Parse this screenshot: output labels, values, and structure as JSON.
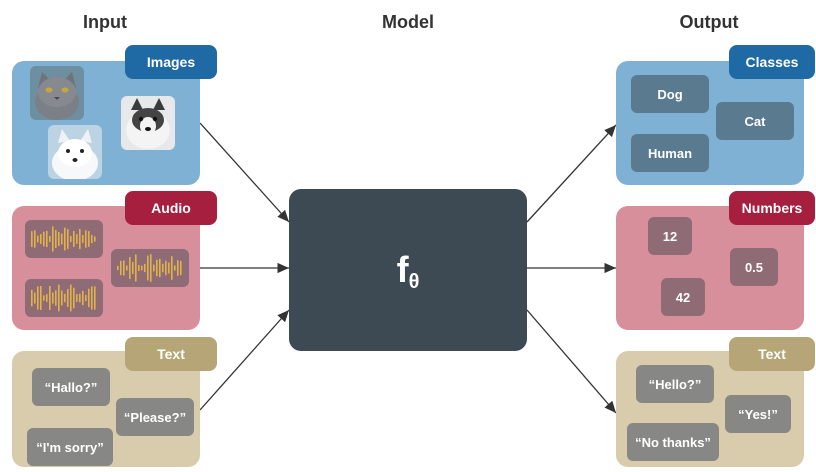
{
  "headers": {
    "input": "Input",
    "model": "Model",
    "output": "Output"
  },
  "colors": {
    "images_panel": "#7fb1d4",
    "images_tag": "#1f6aa5",
    "audio_panel": "#d88f9c",
    "audio_tag": "#a61f3e",
    "text_panel": "#d8ccac",
    "text_tag": "#b6a576",
    "model_box": "#3d4a54",
    "arrow": "#333333"
  },
  "input": {
    "images": {
      "tag": "Images",
      "thumbs": [
        "gray-cat-photo",
        "fluffy-dog-photo",
        "arctic-fox-photo"
      ]
    },
    "audio": {
      "tag": "Audio",
      "waves": [
        "waveform",
        "waveform",
        "waveform"
      ]
    },
    "text": {
      "tag": "Text",
      "items": [
        "“Hallo?”",
        "“Please?”",
        "“I'm sorry”"
      ]
    }
  },
  "model": {
    "symbol": "f",
    "subscript": "θ"
  },
  "output": {
    "classes": {
      "tag": "Classes",
      "items": [
        "Dog",
        "Cat",
        "Human"
      ]
    },
    "numbers": {
      "tag": "Numbers",
      "items": [
        "12",
        "0.5",
        "42"
      ]
    },
    "text": {
      "tag": "Text",
      "items": [
        "“Hello?”",
        "“Yes!”",
        "“No thanks”"
      ]
    }
  }
}
